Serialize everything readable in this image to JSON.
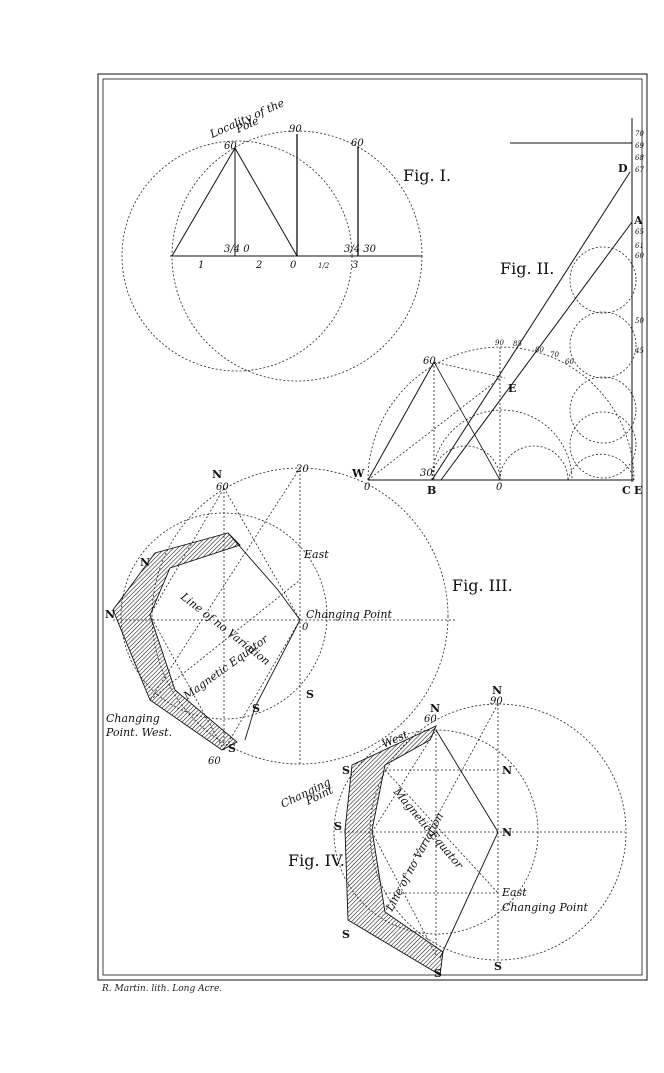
{
  "plate": {
    "credit": "R. Martin. lith. Long Acre."
  },
  "fig1": {
    "caption": "Fig. I.",
    "pole_label_1": "Locality of the",
    "pole_label_2": "Pole",
    "top_marks": [
      "60",
      "90",
      "60"
    ],
    "axis_marks": [
      "3/4 0",
      "3/4 30"
    ],
    "axis_numbers": [
      "1",
      "2",
      "0",
      "1/2",
      "3"
    ]
  },
  "fig2": {
    "caption": "Fig. II.",
    "letters": [
      "D",
      "A",
      "E",
      "W",
      "B",
      "C",
      "E"
    ],
    "right_scale": [
      "70",
      "69",
      "68",
      "67",
      "65",
      "61",
      "60",
      "50",
      "45"
    ],
    "arc_marks": [
      "90",
      "85",
      "80",
      "70",
      "60"
    ],
    "left_marks": [
      "60",
      "30"
    ],
    "base_marks": [
      "0",
      "0"
    ]
  },
  "fig3": {
    "caption": "Fig. III.",
    "marks": [
      "20",
      "60",
      "60",
      "0"
    ],
    "dirs": [
      "N",
      "N",
      "N",
      "S",
      "S",
      "S"
    ],
    "east": "East",
    "changing_point": "Changing Point",
    "line_no_variation": "Line of no Variation",
    "magnetic_equator": "Magnetic Equator",
    "changing_point_west_1": "Changing",
    "changing_point_west_2": "Point. West."
  },
  "fig4": {
    "caption": "Fig. IV.",
    "marks": [
      "60",
      "90"
    ],
    "dirs": [
      "N",
      "N",
      "N",
      "N",
      "S",
      "S",
      "S",
      "S",
      "S"
    ],
    "west": "West",
    "changing_point_1": "Changing",
    "changing_point_2": "Point",
    "magnetic_equator": "Magnetic Equator",
    "line_no_variation": "Line of no Variation",
    "east": "East",
    "changing_point_east": "Changing Point"
  }
}
